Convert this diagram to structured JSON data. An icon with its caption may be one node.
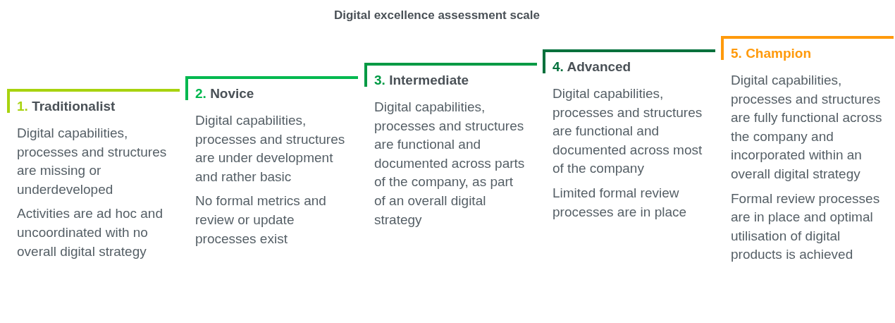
{
  "diagram": {
    "title": "Digital excellence assessment scale",
    "nodes": [
      {
        "text": [
          "1. Traditionalist",
          "Digital capabilities, processes and structures are missing or underdeveloped",
          "Activities are ad hoc and uncoordinated with no overall digital strategy"
        ]
      },
      {
        "text": [
          "2. Novice",
          "Digital capabilities, processes and structures are under development and rather basic",
          "No formal metrics and review or update processes exist"
        ]
      },
      {
        "text": [
          "3. Intermediate",
          "Digital capabilities, processes and structures are functional and documented across parts of the company, as part of an overall digital strategy"
        ]
      },
      {
        "text": [
          "4. Advanced",
          "Digital capabilities, processes and structures are functional and documented across most of the company",
          "Limited formal review processes are in place"
        ]
      },
      {
        "text": [
          "5. Champion",
          "Digital capabilities, processes and structures are fully functional across the company and incorporated within an overall digital strategy",
          "Formal review processes are in place and optimal utilisation of digital products is achieved"
        ]
      }
    ]
  }
}
